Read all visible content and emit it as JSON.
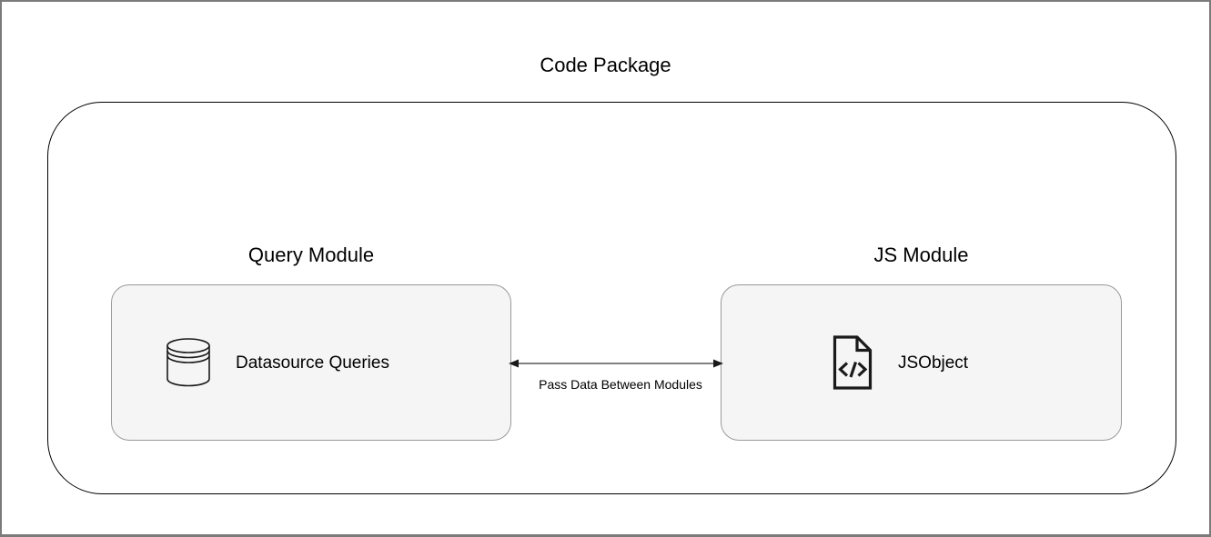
{
  "diagram": {
    "title": "Code Package",
    "modules": [
      {
        "title": "Query Module",
        "node_label": "Datasource Queries",
        "icon": "database-icon"
      },
      {
        "title": "JS Module",
        "node_label": "JSObject",
        "icon": "code-file-icon"
      }
    ],
    "connector": {
      "label": "Pass Data Between Modules",
      "type": "bidirectional-arrow"
    },
    "colors": {
      "frame_border": "#7b7b7b",
      "container_border": "#000000",
      "node_fill": "#f5f5f5",
      "node_border": "#999999",
      "arrow_shaft": "#808080",
      "arrow_head": "#1a1a1a",
      "icon_stroke": "#1a1a1a",
      "text": "#000000"
    }
  }
}
